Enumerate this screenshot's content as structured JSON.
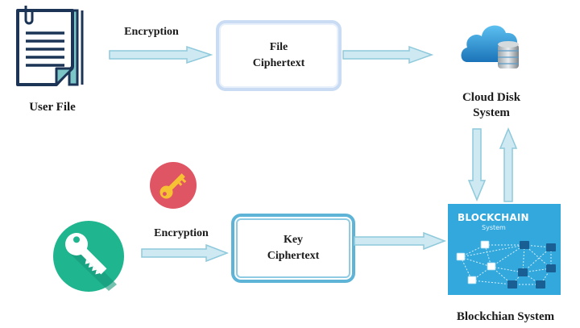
{
  "nodes": {
    "user_file": {
      "label": "User File",
      "icon": "document-icon"
    },
    "file_ciphertext": {
      "line1": "File",
      "line2": "Ciphertext"
    },
    "cloud_disk": {
      "line1": "Cloud Disk",
      "line2": "System",
      "icon": "cloud-database-icon"
    },
    "key_ciphertext": {
      "line1": "Key",
      "line2": "Ciphertext"
    },
    "blockchain": {
      "label": "Blockchian System",
      "panel_title": "BLOCKCHAIN",
      "panel_subtitle": "System",
      "icon": "blockchain-network-icon"
    },
    "user_key": {
      "icon": "key-icon"
    },
    "encryption_key": {
      "icon": "key-icon"
    }
  },
  "edges": {
    "top_encryption": "Encryption",
    "bottom_encryption": "Encryption"
  },
  "colors": {
    "arrow_fill": "#cfe9f2",
    "arrow_stroke": "#8ec9dc",
    "green_circle": "#1fb58e",
    "red_circle": "#e05563",
    "key_yellow": "#f6c233",
    "blockchain_bg": "#33a8dd",
    "doc_navy": "#1c3557",
    "doc_teal": "#7cc6c7"
  }
}
